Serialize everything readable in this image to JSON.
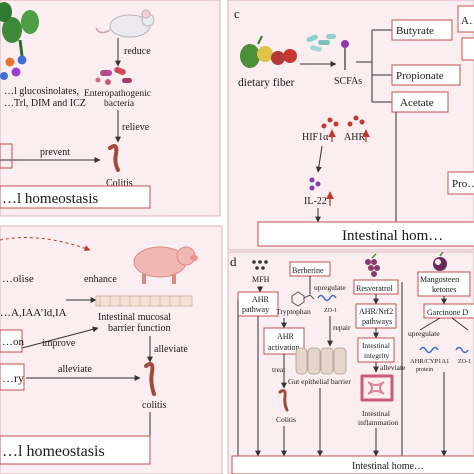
{
  "colors": {
    "panel_bg": "#fbeef0",
    "panel_border": "#d9b3ba",
    "box_border": "#c0504d",
    "upregulate_arrow": "#c0392b",
    "line": "#333333"
  },
  "panel_a": {
    "source_label_1": "…l glucosinolates,",
    "source_label_2": "…Trl, DIM and ICZ",
    "reduce": "reduce",
    "bacteria_1": "Enteropathogenic",
    "bacteria_2": "bacteria",
    "relieve": "relieve",
    "prevent": "prevent",
    "colitis": "Colitis",
    "footer": "…l homeostasis"
  },
  "panel_c": {
    "letter": "c",
    "dietary_fiber": "dietary fiber",
    "scfas": "SCFAs",
    "butyrate": "Butyrate",
    "propionate": "Propionate",
    "acetate": "Acetate",
    "box_a": "A…",
    "hif": "HIF1α",
    "ahr": "AHR",
    "il22": "IL-22",
    "pro": "Pro…",
    "footer": "Intestinal hom…"
  },
  "panel_b": {
    "olise": "…olise",
    "enhance": "enhance",
    "metabolites": "…A,IAA’ld,IA",
    "barrier_1": "Intestinal mucosal",
    "barrier_2": "barrier function",
    "improve": "improve",
    "alleviate_1": "alleviate",
    "alleviate_2": "alleviate",
    "colitis": "colitis",
    "box_1": "…on",
    "box_2": "…ry",
    "footer": "…l homeostasis"
  },
  "panel_d": {
    "letter": "d",
    "mfh": "MFH",
    "berberine": "Berberine",
    "upregulate_1": "upregulate",
    "tryptophan": "Tryptophan",
    "zo1": "ZO-1",
    "ahr_pathway_1": "AHR",
    "ahr_pathway_2": "pathway",
    "ahr_activation_1": "AHR",
    "ahr_activation_2": "activation",
    "repair": "repair",
    "treat": "treat",
    "gut_barrier": "Gut epithelial barrier",
    "colitis": "Colitis",
    "resveratrol": "Resveratrol",
    "ahr_nrf2_1": "AHR/Nrf2",
    "ahr_nrf2_2": "pathways",
    "integrity_1": "Intestinal",
    "integrity_2": "integrity",
    "alleviate": "alleviate",
    "inflammation_1": "Intestinal",
    "inflammation_2": "inflammation",
    "mangosteen_1": "Mangosteen",
    "mangosteen_2": "ketones",
    "garcinone": "Garcinone D",
    "upregulate_2": "upregulate",
    "ahr_cyp_1": "AHR/CYP1A1",
    "ahr_cyp_2": "protein",
    "zo1_b": "ZO-1",
    "footer": "Intestinal home…"
  }
}
